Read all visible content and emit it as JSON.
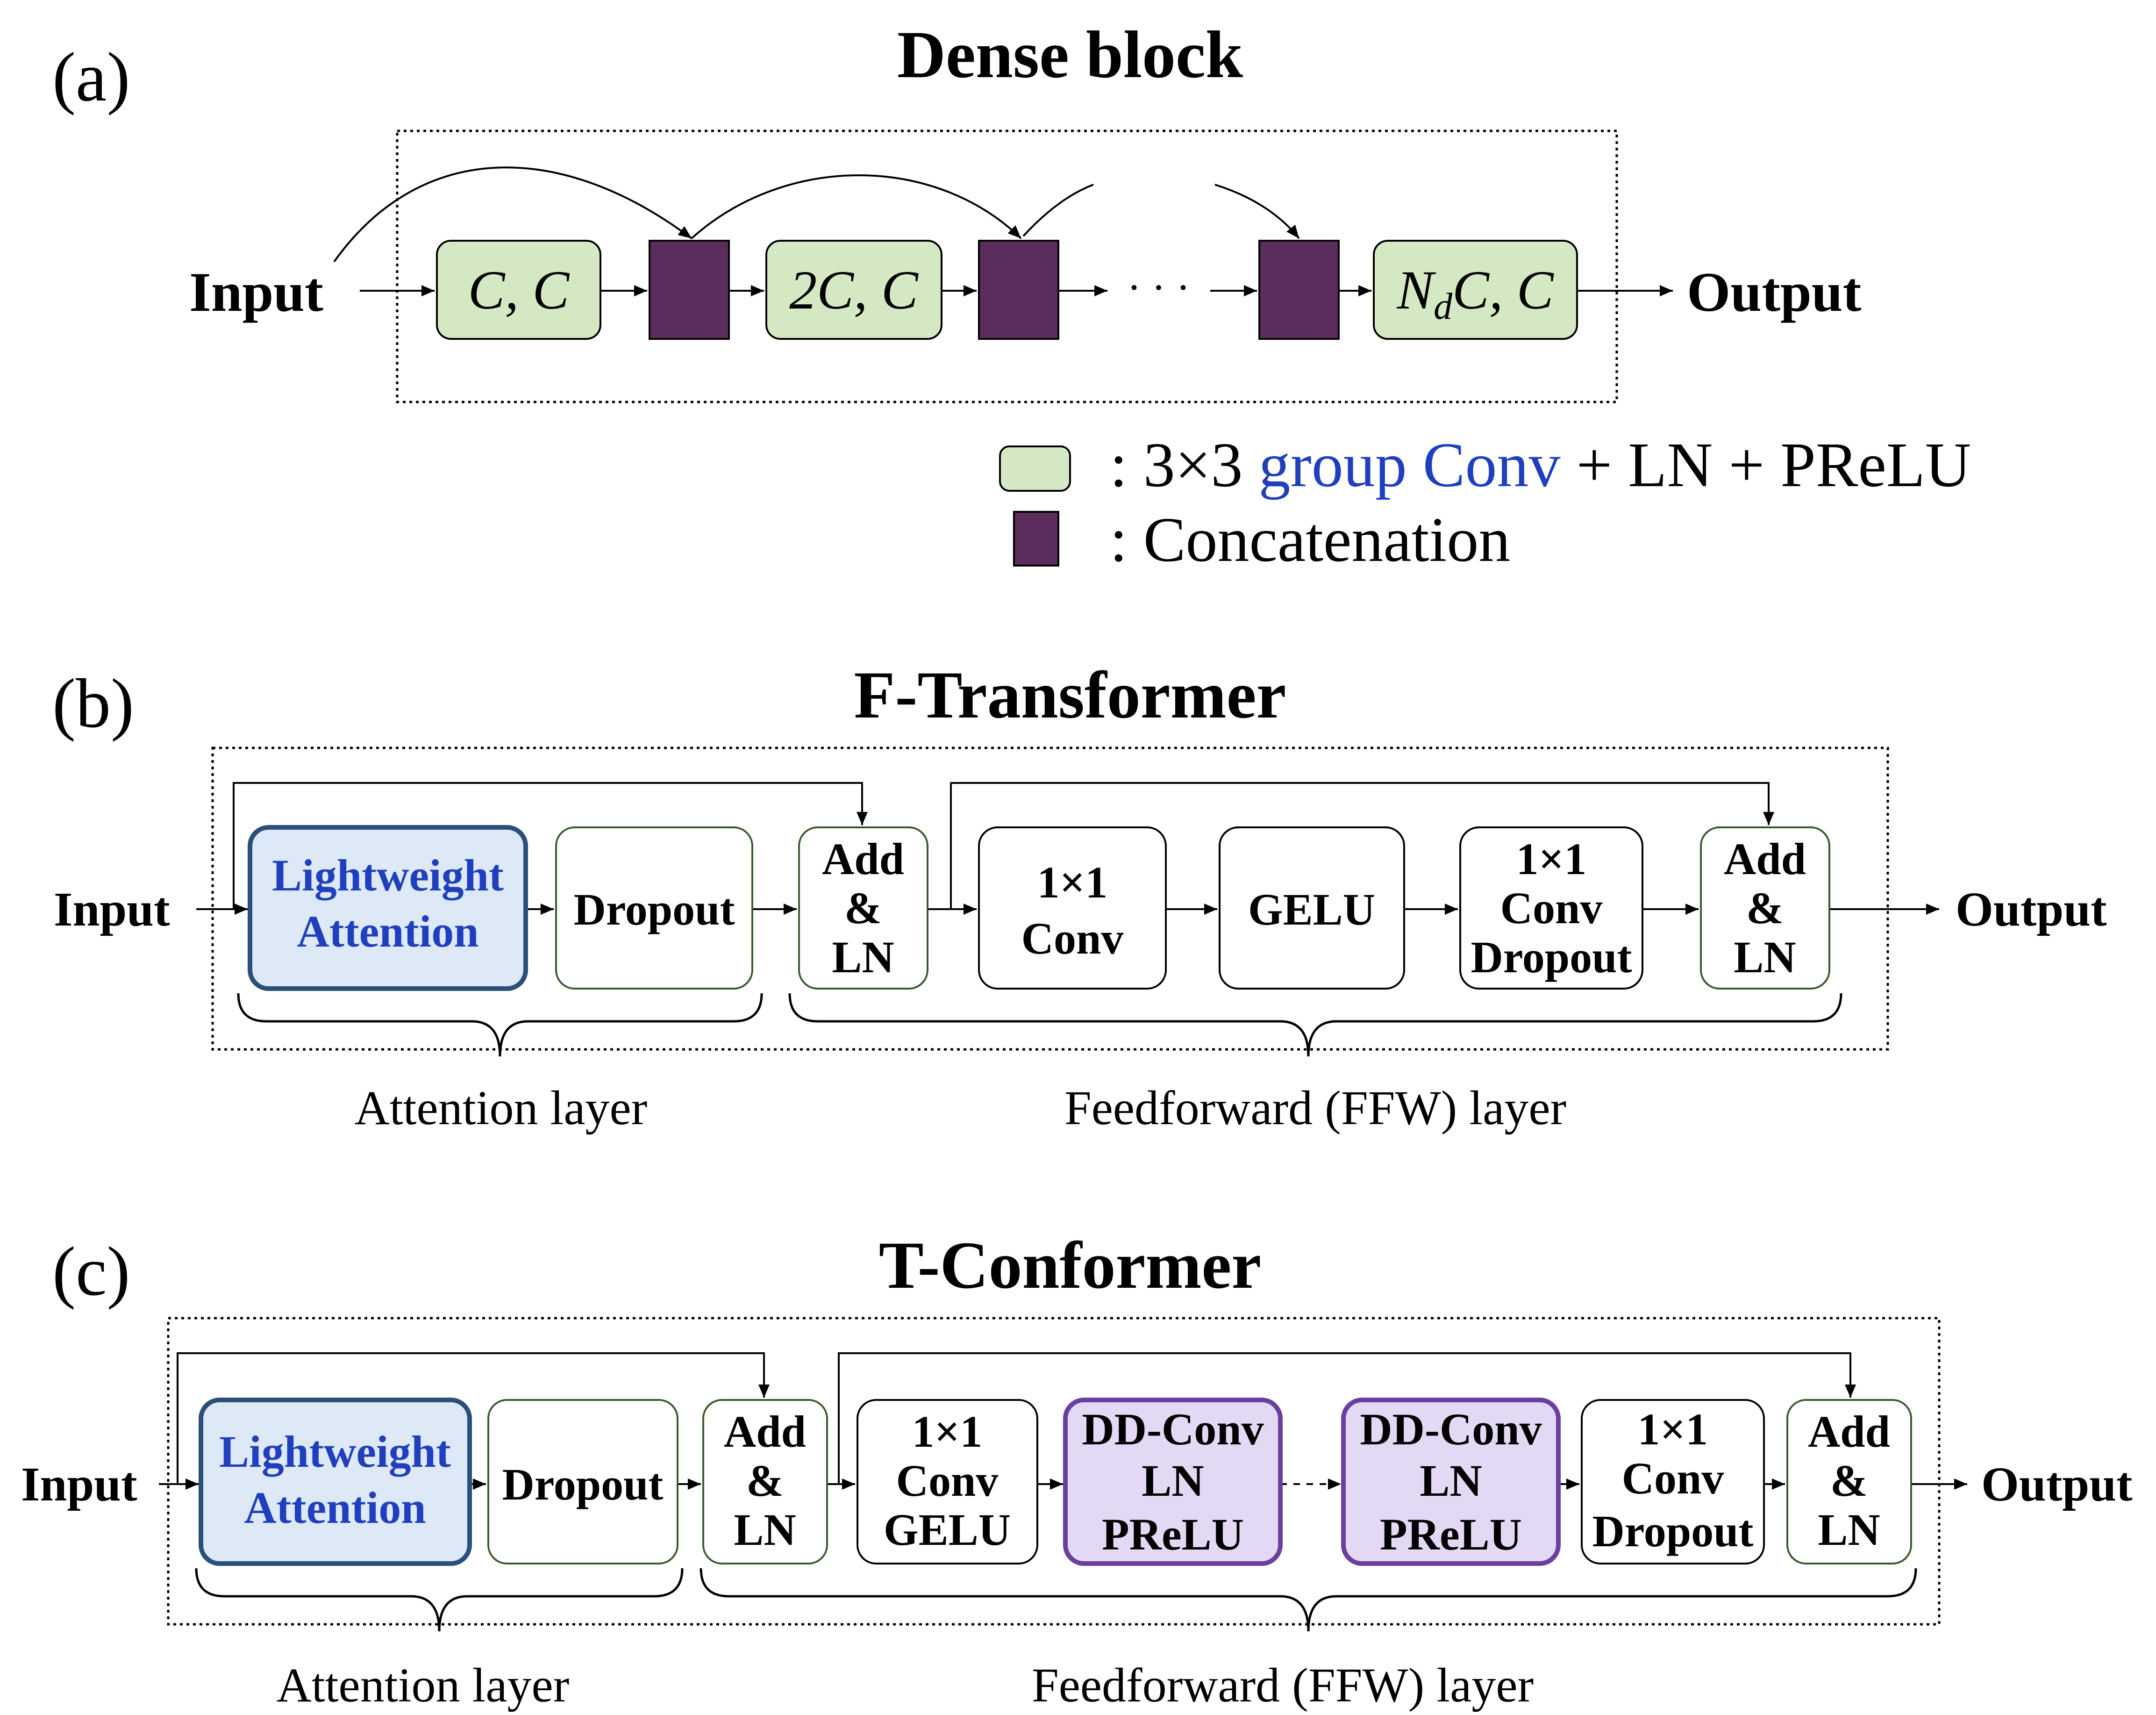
{
  "panel_a": {
    "label": "(a)",
    "title": "Dense block",
    "input": "Input",
    "output": "Output",
    "box1": "C, C",
    "box2": "2C, C",
    "box3_n": "N",
    "box3_sub": "d",
    "box3_rest": "C, C",
    "ellipsis": "· · ·",
    "legend_conv_prefix": ": 3×3 ",
    "legend_conv_group": "group Conv",
    "legend_conv_suffix": " + LN + PReLU",
    "legend_concat": ": Concatenation",
    "colors": {
      "conv_fill": "#d5e8c4",
      "concat_fill": "#5c2d5c",
      "group_conv_text": "#1f3fbf"
    }
  },
  "panel_b": {
    "label": "(b)",
    "title": "F-Transformer",
    "input": "Input",
    "output": "Output",
    "attention_line1": "Lightweight",
    "attention_line2": "Attention",
    "dropout": "Dropout",
    "addln1": [
      "Add",
      "&",
      "LN"
    ],
    "conv1": [
      "1×1",
      "Conv"
    ],
    "gelu": "GELU",
    "conv2": [
      "1×1",
      "Conv",
      "Dropout"
    ],
    "addln2": [
      "Add",
      "&",
      "LN"
    ],
    "attention_layer": "Attention layer",
    "ffw_layer": "Feedforward (FFW) layer",
    "colors": {
      "attention_fill": "#dde9f6",
      "attention_text": "#1f3fbf",
      "attention_border": "#2a4f7a"
    }
  },
  "panel_c": {
    "label": "(c)",
    "title": "T-Conformer",
    "input": "Input",
    "output": "Output",
    "attention_line1": "Lightweight",
    "attention_line2": "Attention",
    "dropout": "Dropout",
    "addln1": [
      "Add",
      "&",
      "LN"
    ],
    "conv1": [
      "1×1",
      "Conv",
      "GELU"
    ],
    "ddconv1": [
      "DD-Conv",
      "LN",
      "PReLU"
    ],
    "ddconv2": [
      "DD-Conv",
      "LN",
      "PReLU"
    ],
    "conv2": [
      "1×1",
      "Conv",
      "Dropout"
    ],
    "addln2": [
      "Add",
      "&",
      "LN"
    ],
    "attention_layer": "Attention layer",
    "ffw_layer": "Feedforward (FFW) layer",
    "colors": {
      "ddconv_fill": "#e3d9f5",
      "ddconv_border": "#6a3fa0"
    }
  }
}
